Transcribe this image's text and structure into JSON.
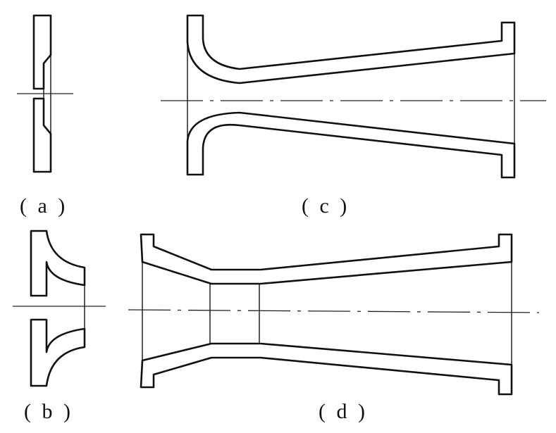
{
  "labels": {
    "a": "( a )",
    "b": "( b )",
    "c": "( c )",
    "d": "( d )"
  },
  "colors": {
    "line": "#111111",
    "background": "#ffffff"
  }
}
